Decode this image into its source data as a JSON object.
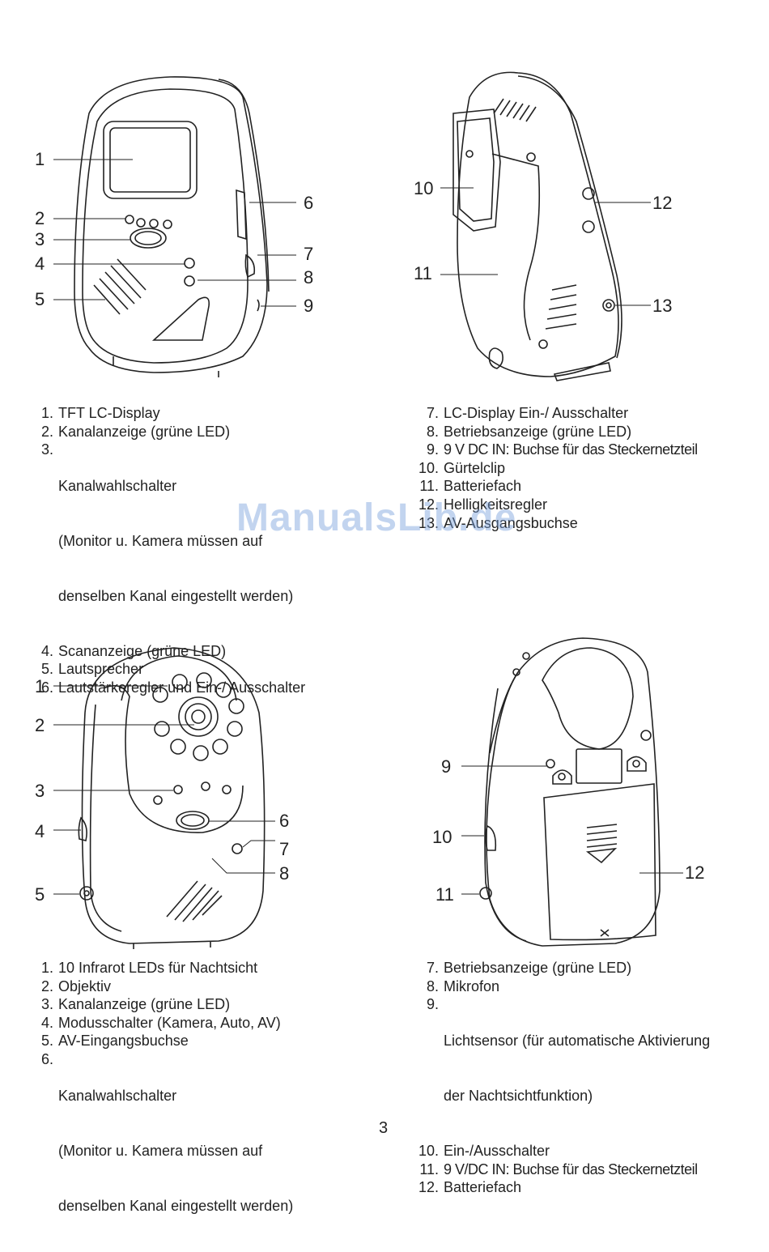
{
  "figures": {
    "monitor_front": {
      "callouts": [
        "1",
        "2",
        "3",
        "4",
        "5",
        "6",
        "7",
        "8",
        "9"
      ]
    },
    "monitor_back": {
      "callouts": [
        "10",
        "11",
        "12",
        "13"
      ]
    },
    "camera_front": {
      "callouts": [
        "1",
        "2",
        "3",
        "4",
        "5",
        "6",
        "7",
        "8"
      ]
    },
    "camera_back": {
      "callouts": [
        "9",
        "10",
        "11",
        "12"
      ]
    }
  },
  "legend_monitor_left": [
    {
      "num": "1.",
      "text": "TFT LC-Display"
    },
    {
      "num": "2.",
      "text": "Kanalanzeige (grüne LED)"
    },
    {
      "num": "3.",
      "text": "Kanalwahlschalter",
      "sub": [
        "(Monitor u. Kamera müssen auf",
        "denselben Kanal eingestellt werden)"
      ]
    },
    {
      "num": "4.",
      "text": "Scananzeige (grüne LED)"
    },
    {
      "num": "5.",
      "text": "Lautsprecher"
    },
    {
      "num": "6.",
      "text": "Lautstärkeregler und Ein-/ Ausschalter"
    }
  ],
  "legend_monitor_right": [
    {
      "num": "7.",
      "text": "LC-Display Ein-/ Ausschalter"
    },
    {
      "num": "8.",
      "text": "Betriebsanzeige (grüne LED)"
    },
    {
      "num": "9.",
      "text": "9 V DC IN: Buchse für das Steckernetzteil"
    },
    {
      "num": "10.",
      "text": "Gürtelclip"
    },
    {
      "num": "11.",
      "text": "Batteriefach"
    },
    {
      "num": "12.",
      "text": "Helligkeitsregler"
    },
    {
      "num": "13.",
      "text": "AV-Ausgangsbuchse"
    }
  ],
  "legend_camera_left": [
    {
      "num": "1.",
      "text": "10 Infrarot LEDs für Nachtsicht"
    },
    {
      "num": "2.",
      "text": "Objektiv"
    },
    {
      "num": "3.",
      "text": "Kanalanzeige (grüne LED)"
    },
    {
      "num": "4.",
      "text": "Modusschalter (Kamera, Auto, AV)"
    },
    {
      "num": "5.",
      "text": "AV-Eingangsbuchse"
    },
    {
      "num": "6.",
      "text": "Kanalwahlschalter",
      "sub": [
        "(Monitor u. Kamera müssen auf",
        "denselben Kanal eingestellt werden)"
      ]
    }
  ],
  "legend_camera_right": [
    {
      "num": "7.",
      "text": "Betriebsanzeige (grüne LED)"
    },
    {
      "num": "8.",
      "text": "Mikrofon"
    },
    {
      "num": "9.",
      "text": "Lichtsensor (für automatische Aktivierung",
      "sub": [
        "der Nachtsichtfunktion)"
      ]
    },
    {
      "num": "10.",
      "text": "Ein-/Ausschalter"
    },
    {
      "num": "11.",
      "text": "9 V/DC IN: Buchse für das Steckernetzteil"
    },
    {
      "num": "12.",
      "text": "Batteriefach"
    }
  ],
  "watermark": "ManualsLib.de",
  "page_number": "3"
}
